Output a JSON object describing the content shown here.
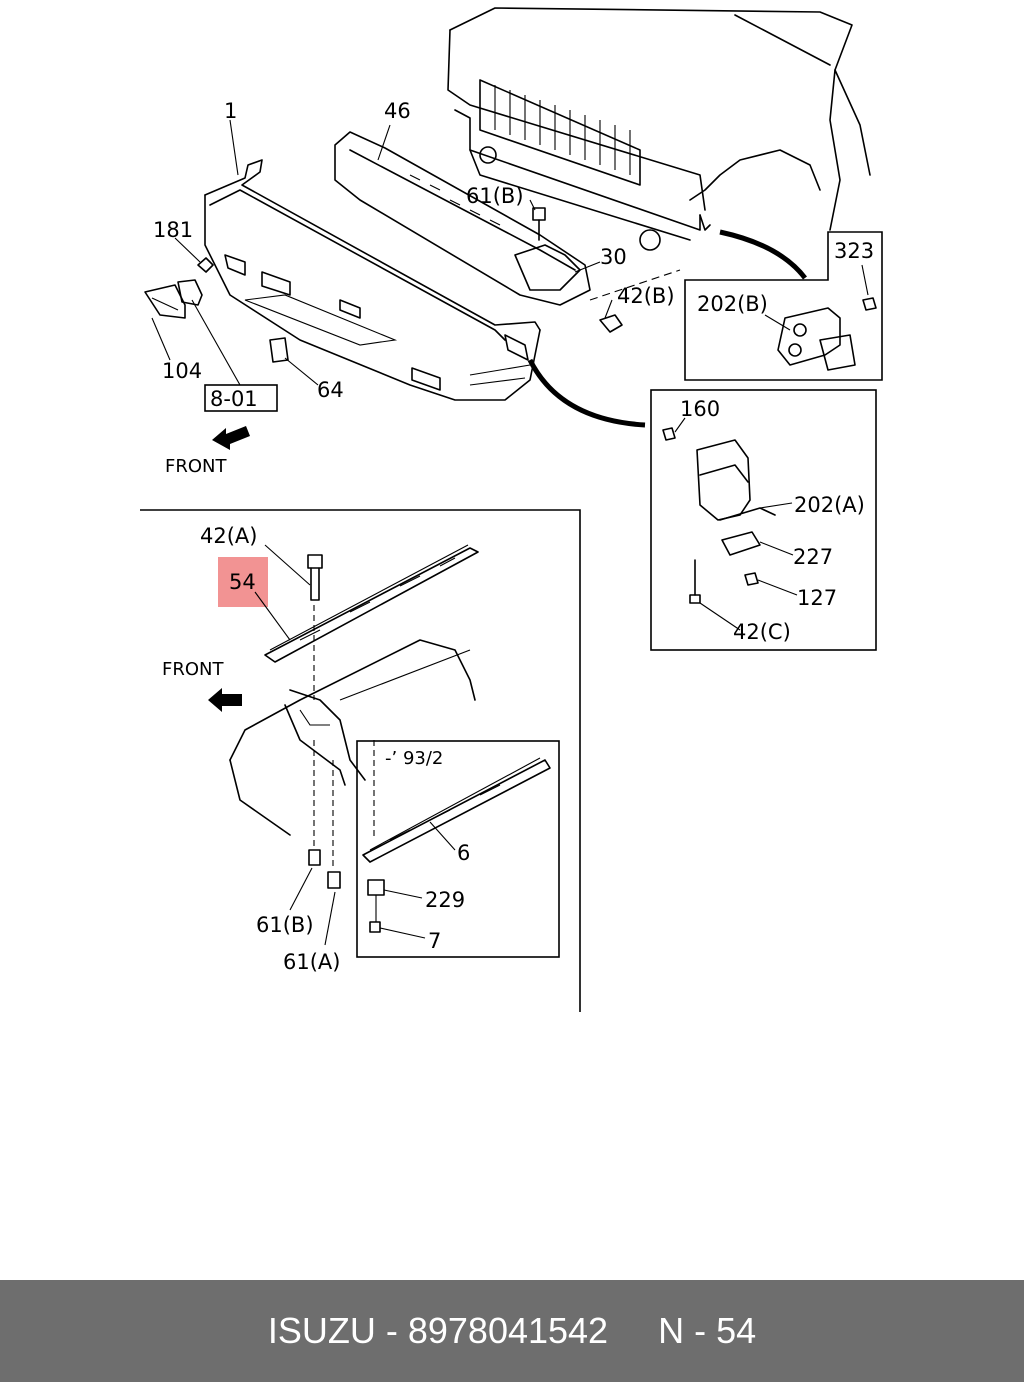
{
  "callouts": {
    "c1": "1",
    "c46": "46",
    "c61b_top": "61(B)",
    "c181": "181",
    "c30": "30",
    "c42b": "42(B)",
    "c104": "104",
    "c64": "64",
    "c8_01": "8-01",
    "front_top": "FRONT",
    "c323": "323",
    "c202b": "202(B)",
    "c160": "160",
    "c202a": "202(A)",
    "c227": "227",
    "c127": "127",
    "c42c": "42(C)",
    "c42a": "42(A)",
    "c54": "54",
    "front_bottom": "FRONT",
    "c93_2": "-’ 93/2",
    "c6": "6",
    "c229": "229",
    "c7": "7",
    "c61b_bottom": "61(B)",
    "c61a": "61(A)"
  },
  "footer": {
    "text": "ISUZU - 8978041542     N - 54"
  },
  "colors": {
    "highlight": "#f08080",
    "footer_bg": "#6e6e6e",
    "footer_text": "#ffffff"
  }
}
